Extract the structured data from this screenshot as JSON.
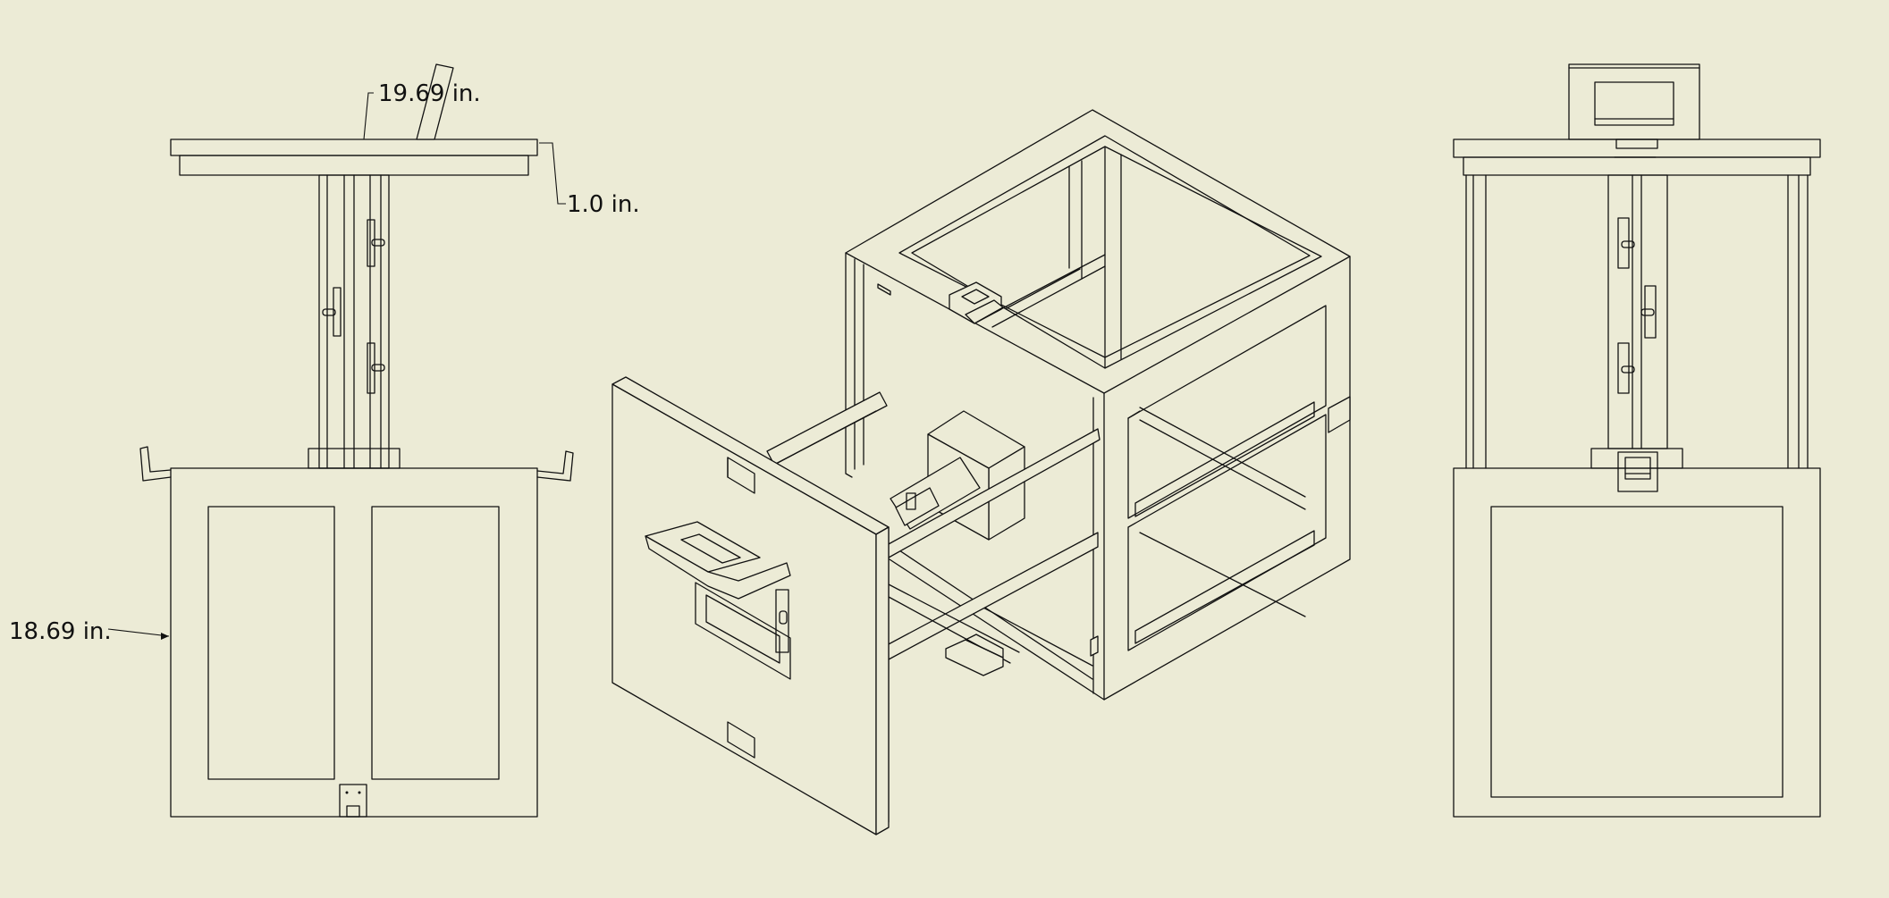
{
  "drawing": {
    "background": "#ecebd6",
    "line_color": "#111111",
    "views": [
      "side-elevation",
      "isometric-exploded",
      "front-elevation"
    ]
  },
  "dimensions": {
    "top_width": "19.69 in.",
    "plate_thickness": "1.0 in.",
    "body_height": "18.69 in."
  }
}
